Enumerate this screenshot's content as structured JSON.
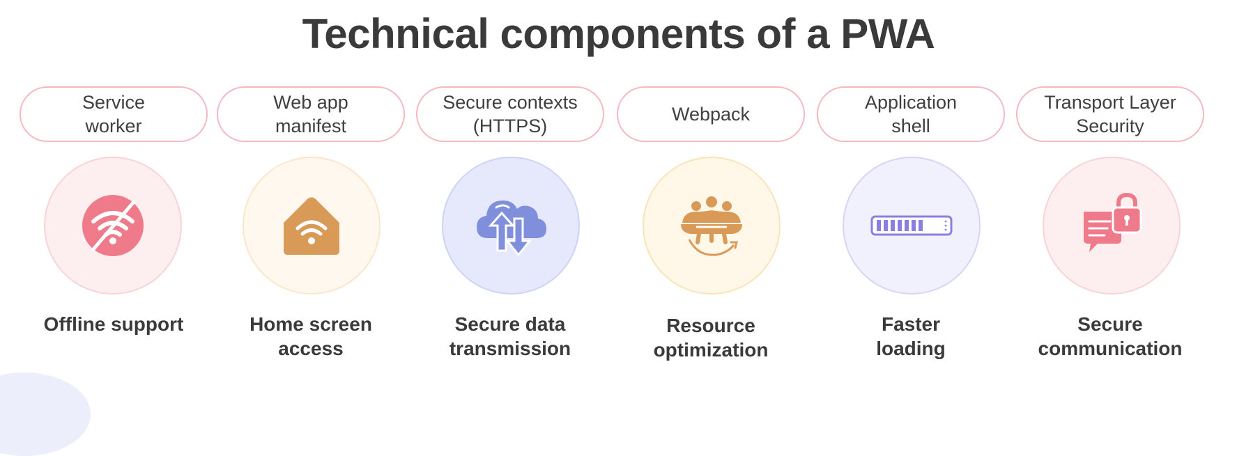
{
  "title": "Technical components of a PWA",
  "components": [
    {
      "label": "Service\nworker",
      "benefit": "Offline support",
      "icon": "no-wifi-icon",
      "color": "#ef7a8a",
      "bg": "#fdeef0",
      "border": "#f8d3d8"
    },
    {
      "label": "Web app\nmanifest",
      "benefit": "Home screen\naccess",
      "icon": "home-wifi-icon",
      "color": "#d99a58",
      "bg": "#fff8ee",
      "border": "#fbe6cc"
    },
    {
      "label": "Secure contexts\n(HTTPS)",
      "benefit": "Secure data\ntransmission",
      "icon": "cloud-transfer-icon",
      "color": "#7f8fdc",
      "bg": "#e5e9fb",
      "border": "#cdd4f6"
    },
    {
      "label": "Webpack",
      "benefit": "Resource\noptimization",
      "icon": "team-optimization-icon",
      "color": "#d99a58",
      "bg": "#fff8e8",
      "border": "#fae3b8"
    },
    {
      "label": "Application\nshell",
      "benefit": "Faster\nloading",
      "icon": "progress-bar-icon",
      "color": "#8a7fe0",
      "bg": "#f1f0fd",
      "border": "#d8d3f8"
    },
    {
      "label": "Transport Layer\nSecurity",
      "benefit": "Secure\ncommunication",
      "icon": "secure-message-icon",
      "color": "#ef7a8a",
      "bg": "#fdeef0",
      "border": "#f8d3d8"
    }
  ]
}
